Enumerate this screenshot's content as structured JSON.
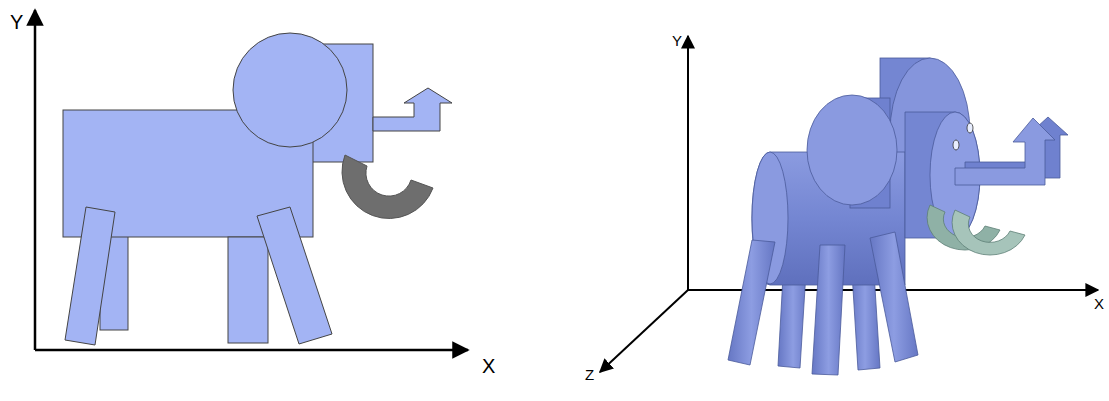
{
  "diagram": {
    "labels": [
      "Y",
      "X",
      "Y",
      "X",
      "Z"
    ]
  }
}
